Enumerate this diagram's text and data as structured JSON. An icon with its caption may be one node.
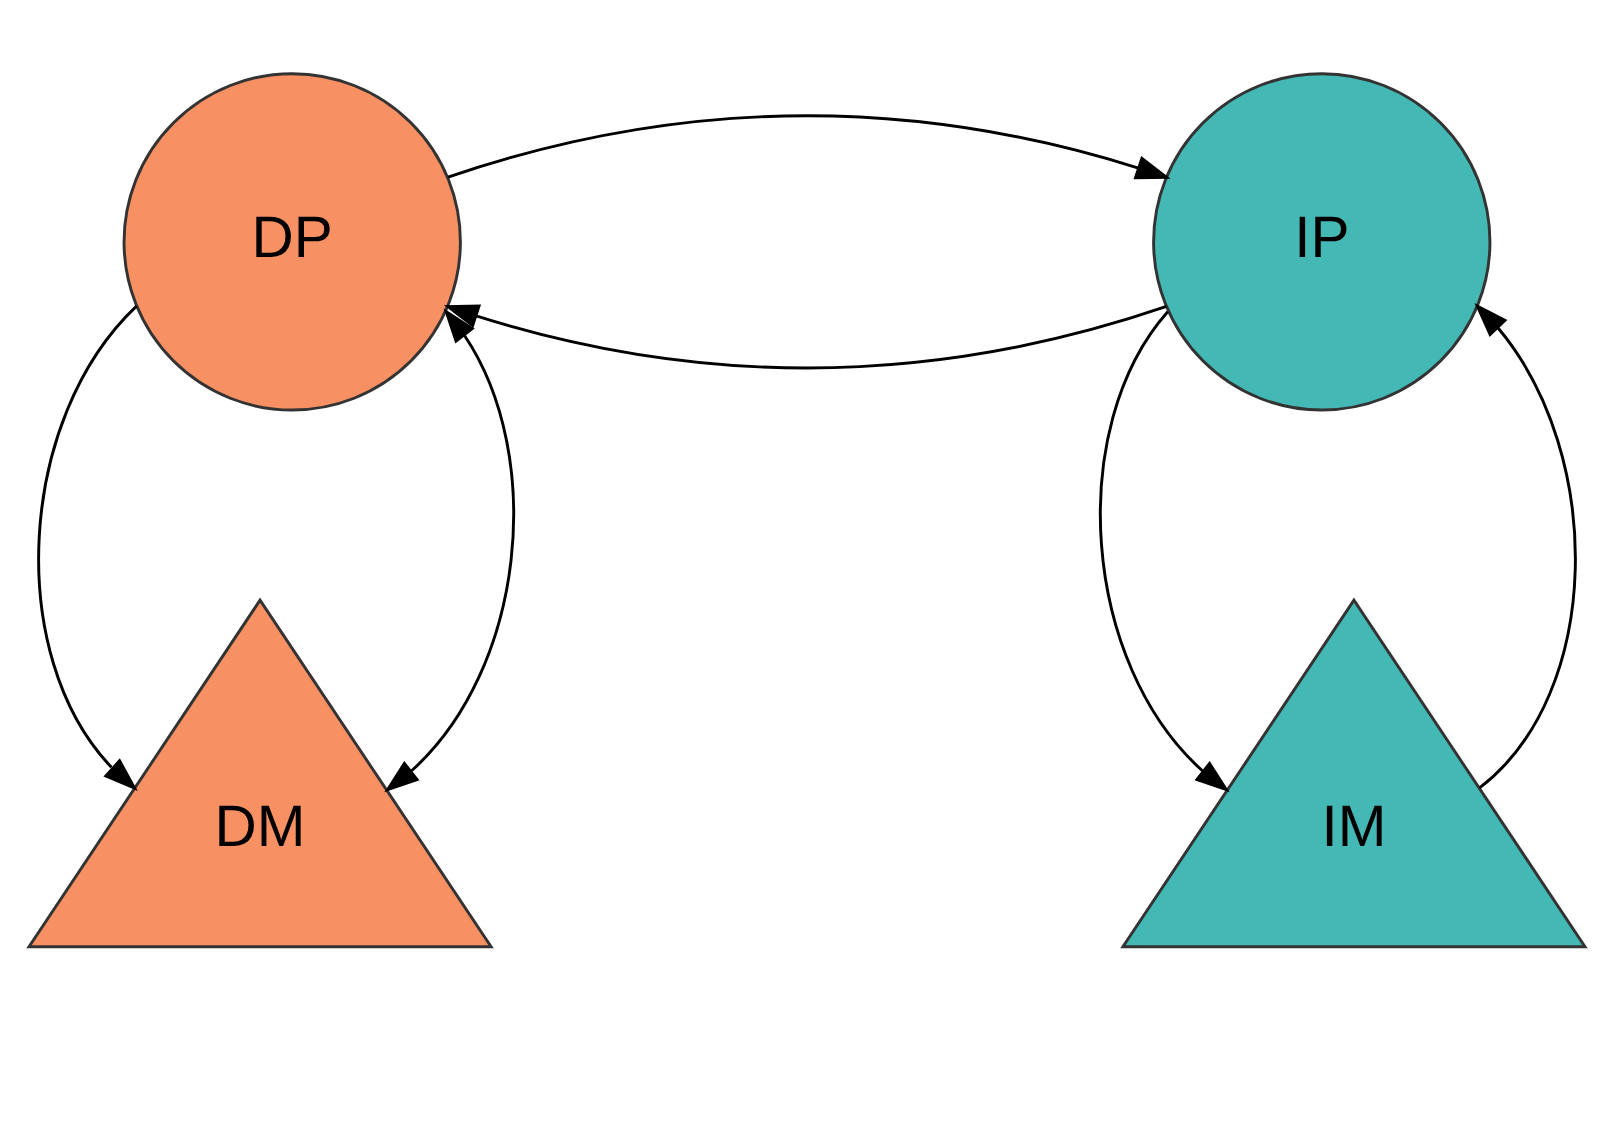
{
  "diagram": {
    "nodes": [
      {
        "text": [
          "DP"
        ]
      },
      {
        "text": [
          "IP"
        ]
      },
      {
        "text": [
          "DM"
        ]
      },
      {
        "text": [
          "IM"
        ]
      }
    ],
    "edges": [
      {
        "from": 1,
        "to": 0,
        "arrow": "to"
      },
      {
        "from": 0,
        "to": 1,
        "arrow": "to"
      },
      {
        "from": 0,
        "to": 2,
        "arrow": "to"
      },
      {
        "from": 2,
        "to": 0,
        "arrow": "both"
      },
      {
        "from": 1,
        "to": 3,
        "arrow": "to"
      },
      {
        "from": 3,
        "to": 1,
        "arrow": "to"
      }
    ]
  }
}
